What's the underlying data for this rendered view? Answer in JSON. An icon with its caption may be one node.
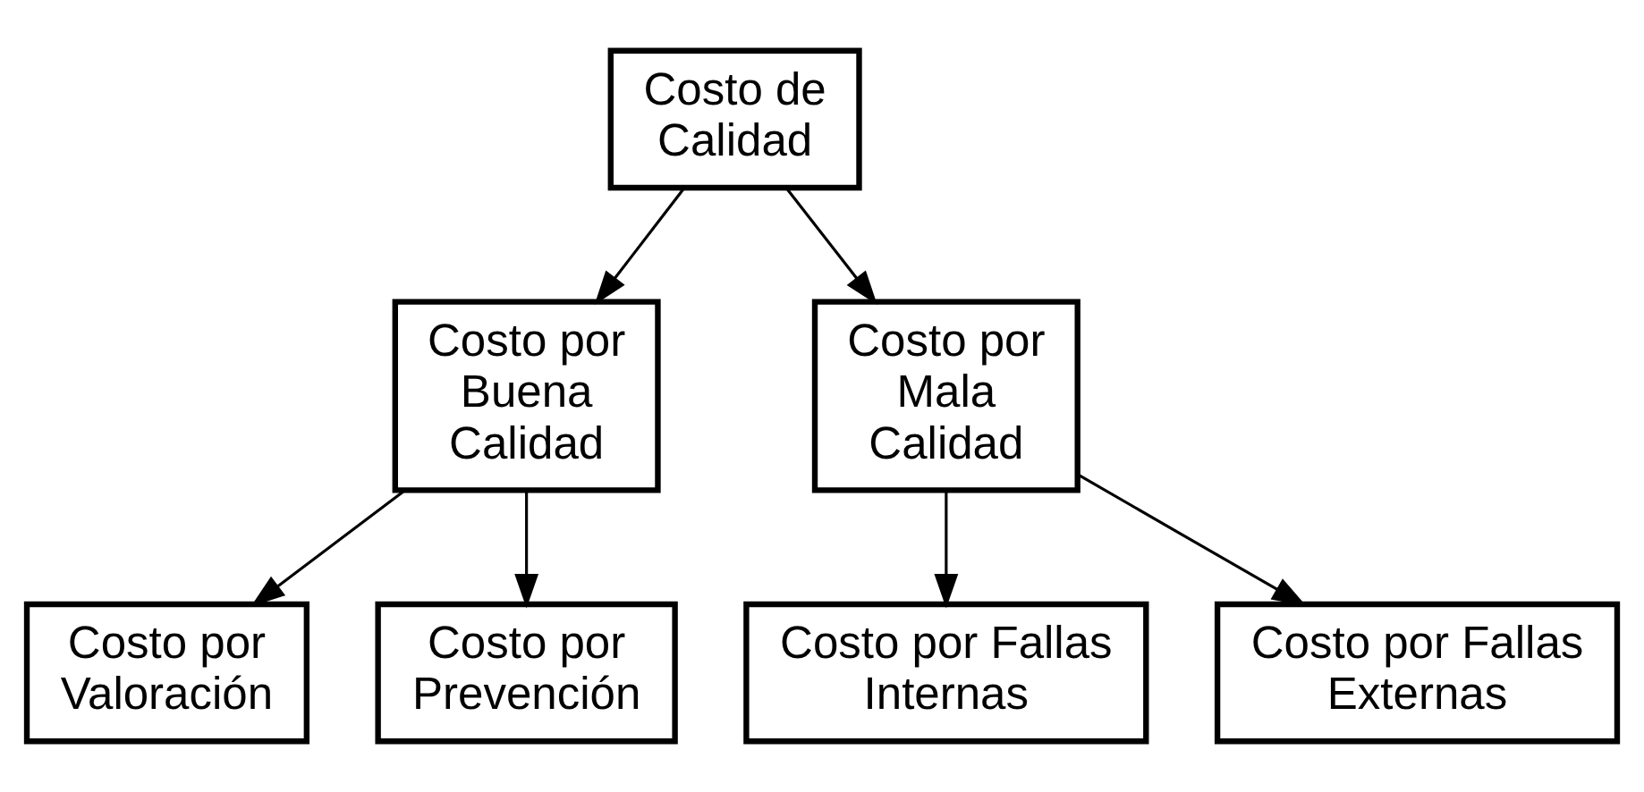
{
  "diagram": {
    "nodes": [
      {
        "text": [
          "Costo de Calidad"
        ]
      },
      {
        "text": [
          "Costo por Buena Calidad"
        ]
      },
      {
        "text": [
          "Costo por Mala Calidad"
        ]
      },
      {
        "text": [
          "Costo por Valoración"
        ]
      },
      {
        "text": [
          "Costo por Prevención"
        ]
      },
      {
        "text": [
          "Costo por Fallas Internas"
        ]
      },
      {
        "text": [
          "Costo por Fallas Externas"
        ]
      }
    ],
    "edges": [
      {
        "from": 0,
        "to": 1,
        "arrow": "to"
      },
      {
        "from": 0,
        "to": 2,
        "arrow": "to"
      },
      {
        "from": 1,
        "to": 3,
        "arrow": "to"
      },
      {
        "from": 1,
        "to": 4,
        "arrow": "to"
      },
      {
        "from": 2,
        "to": 5,
        "arrow": "to"
      },
      {
        "from": 2,
        "to": 6,
        "arrow": "to"
      }
    ]
  }
}
